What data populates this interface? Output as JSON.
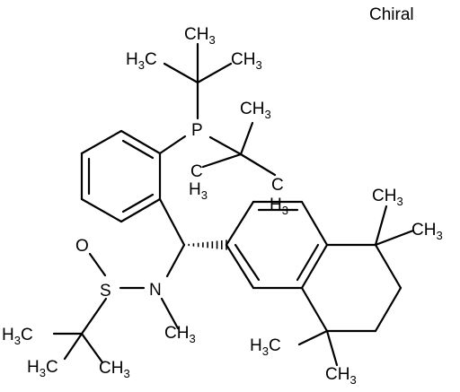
{
  "stereo_tag": "Chiral",
  "atoms": {
    "P": "P",
    "N": "N",
    "S": "S",
    "O": "O"
  },
  "groups": {
    "ch3": {
      "main": "CH",
      "sub": "3"
    },
    "h3c": {
      "pre": "H",
      "sub": "3",
      "post": "C"
    },
    "h3": {
      "pre": "H",
      "sub": "3"
    }
  },
  "colors": {
    "bond": "#000000",
    "text": "#000000",
    "background": "#ffffff"
  }
}
